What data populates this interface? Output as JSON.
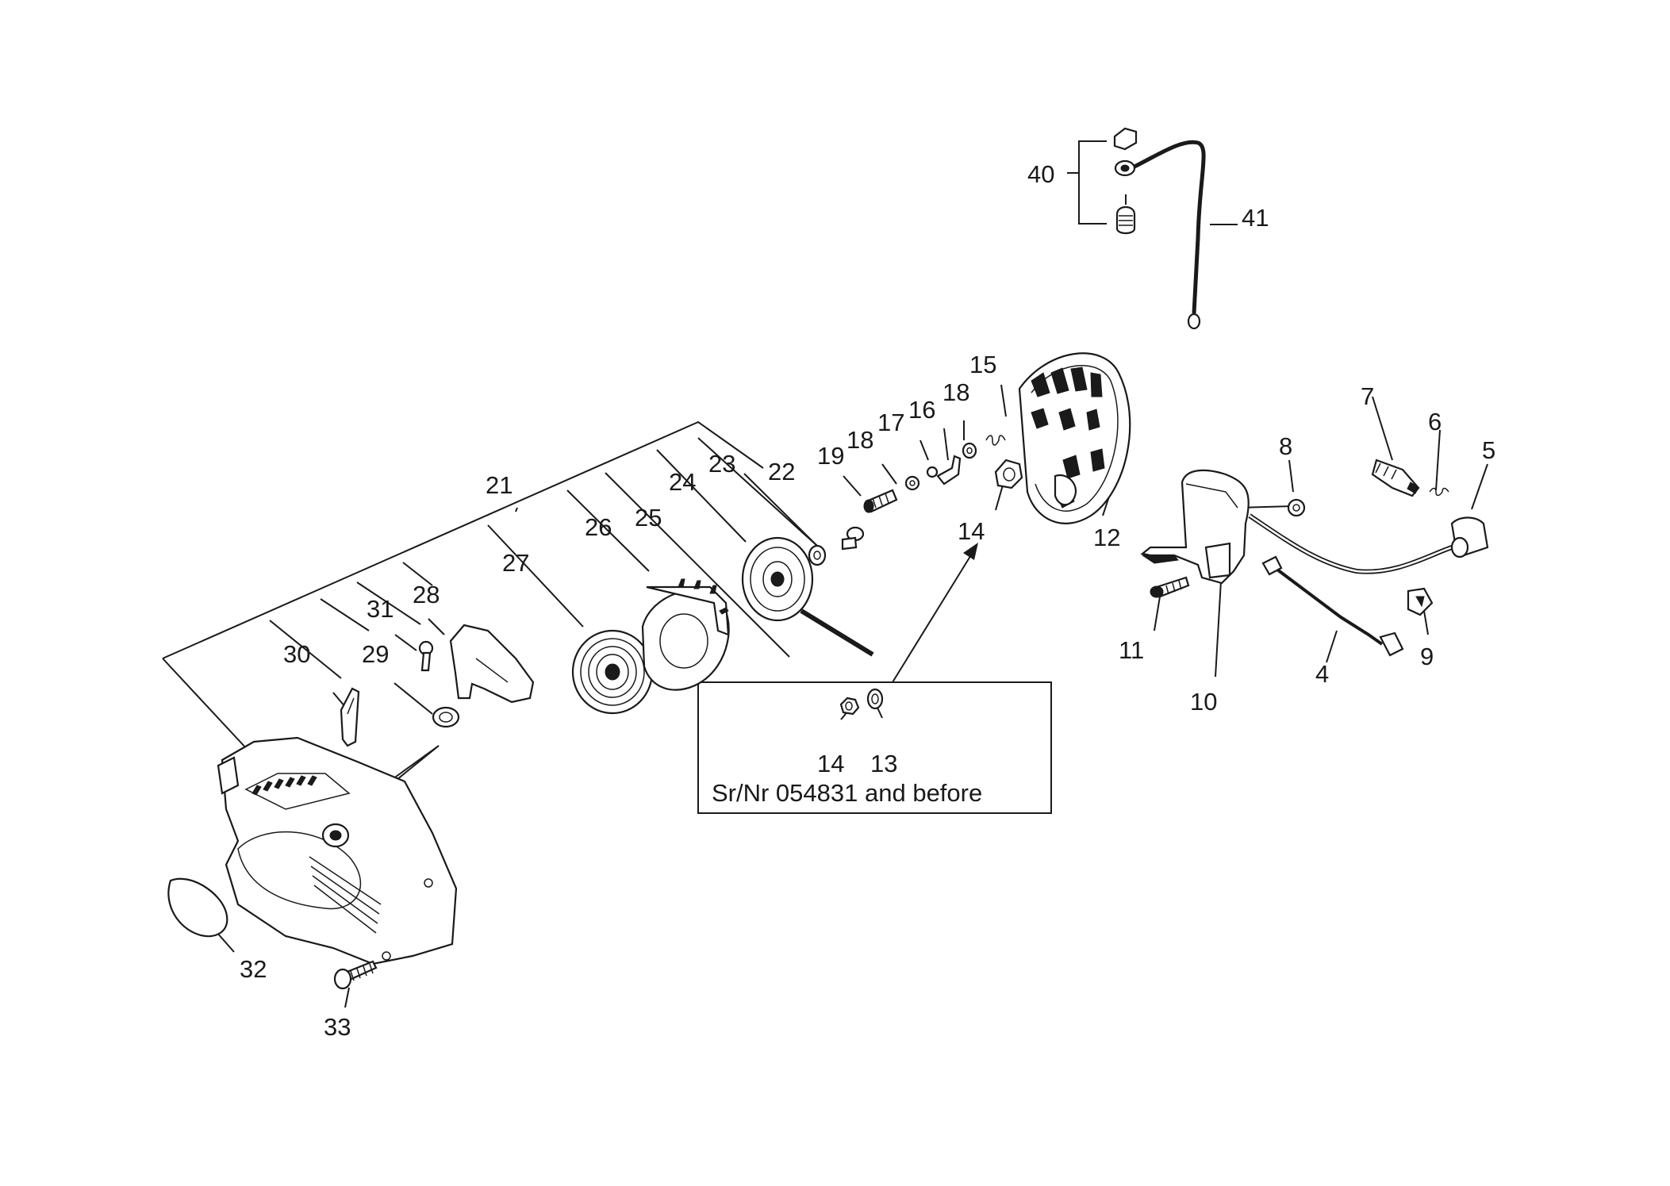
{
  "diagram": {
    "type": "exploded-parts-diagram",
    "callouts": {
      "c4": "4",
      "c5": "5",
      "c6": "6",
      "c7": "7",
      "c8": "8",
      "c9": "9",
      "c10": "10",
      "c11": "11",
      "c12": "12",
      "c13": "13",
      "c14a": "14",
      "c14b": "14",
      "c15": "15",
      "c16": "16",
      "c17": "17",
      "c18a": "18",
      "c18b": "18",
      "c19": "19",
      "c21": "21",
      "c22": "22",
      "c23": "23",
      "c24": "24",
      "c25": "25",
      "c26": "26",
      "c27": "27",
      "c28": "28",
      "c29": "29",
      "c30": "30",
      "c31": "31",
      "c32": "32",
      "c33": "33",
      "c40": "40",
      "c41": "41"
    },
    "inset_note": "Sr/Nr 054831 and before"
  }
}
